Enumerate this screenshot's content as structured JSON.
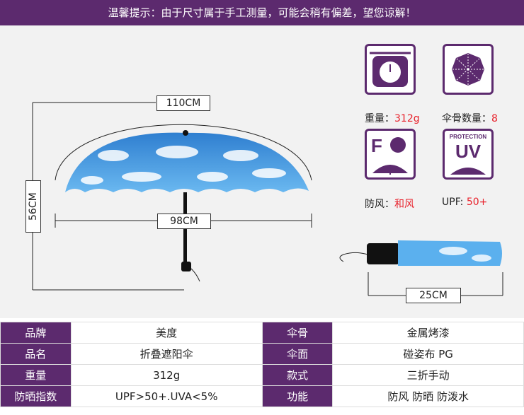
{
  "notice": "温馨提示：由于尺寸属于手工测量，可能会稍有偏差，望您谅解！",
  "dimensions": {
    "canopy_arc": "110CM",
    "canopy_width": "98CM",
    "height": "56CM",
    "folded_length": "25CM"
  },
  "features": [
    {
      "icon": "scale-icon",
      "label": "重量：",
      "value": "312g"
    },
    {
      "icon": "umbrella-ribs-icon",
      "label": "伞骨数量：",
      "value": "8"
    },
    {
      "icon": "wind-icon",
      "label": "防风：",
      "value": "和风"
    },
    {
      "icon": "uv-protection-icon",
      "label": "UPF: ",
      "value": "50+",
      "icon_text": "PROTECTION",
      "icon_big": "UV"
    }
  ],
  "colors": {
    "brand": "#5c2a6e",
    "accent": "#e8202a",
    "sky": "#4aa3e6"
  },
  "spec_rows": [
    {
      "k1": "品牌",
      "v1": "美度",
      "k2": "伞骨",
      "v2": "金属烤漆"
    },
    {
      "k1": "品名",
      "v1": "折叠遮阳伞",
      "k2": "伞面",
      "v2": "碰姿布 PG"
    },
    {
      "k1": "重量",
      "v1": "312g",
      "k2": "款式",
      "v2": "三折手动"
    },
    {
      "k1": "防晒指数",
      "v1": "UPF>50+.UVA<5%",
      "k2": "功能",
      "v2": "防风 防晒 防泼水"
    }
  ]
}
